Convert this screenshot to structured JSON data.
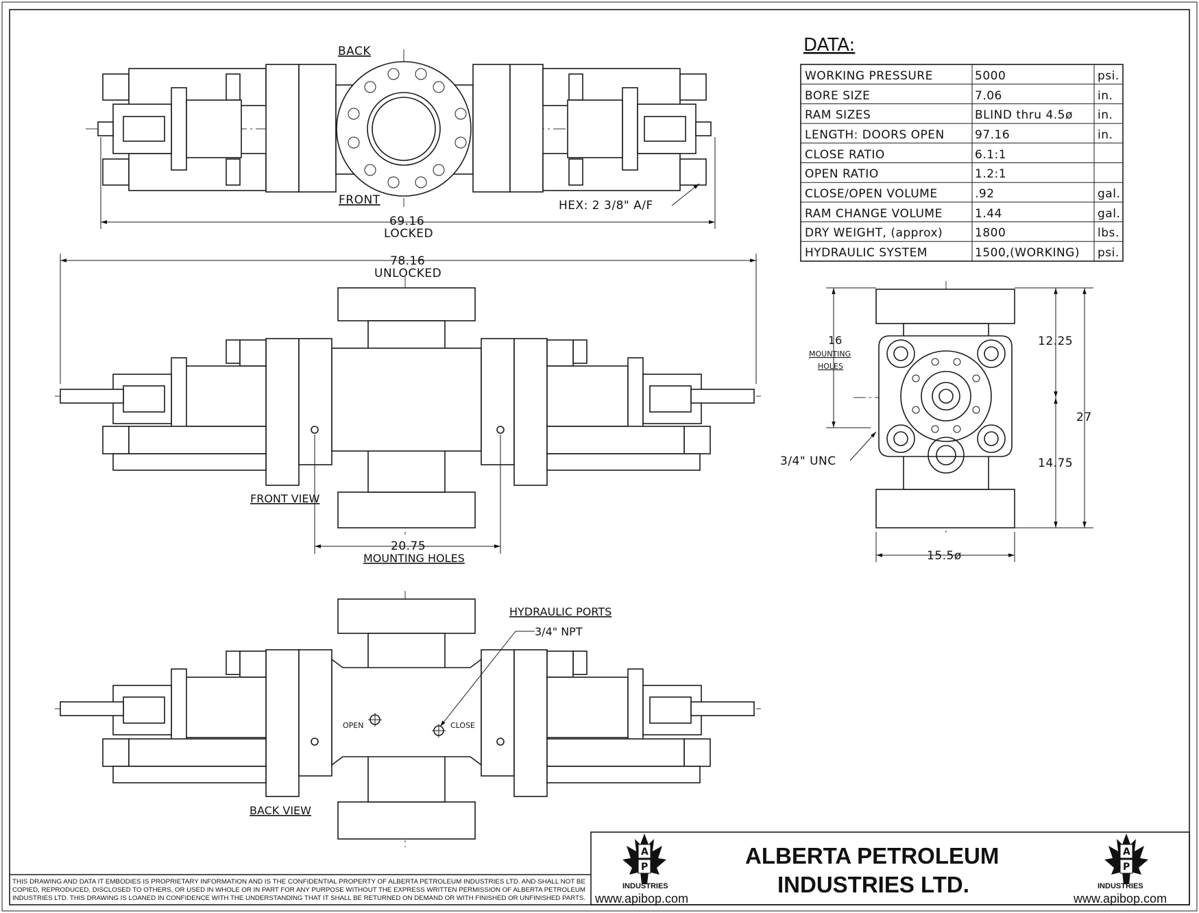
{
  "data_table": {
    "title": "DATA:",
    "rows": [
      {
        "label": "WORKING PRESSURE",
        "value": "5000",
        "unit": "psi."
      },
      {
        "label": "BORE SIZE",
        "value": "7.06",
        "unit": "in."
      },
      {
        "label": "RAM SIZES",
        "value": "BLIND thru 4.5ø",
        "unit": "in."
      },
      {
        "label": "LENGTH: DOORS OPEN",
        "value": "97.16",
        "unit": "in."
      },
      {
        "label": "CLOSE RATIO",
        "value": "6.1:1",
        "unit": ""
      },
      {
        "label": "OPEN RATIO",
        "value": "1.2:1",
        "unit": ""
      },
      {
        "label": "CLOSE/OPEN VOLUME",
        "value": ".92",
        "unit": "gal."
      },
      {
        "label": "RAM CHANGE VOLUME",
        "value": "1.44",
        "unit": "gal."
      },
      {
        "label": "DRY WEIGHT, (approx)",
        "value": "1800",
        "unit": "lbs."
      },
      {
        "label": "HYDRAULIC SYSTEM",
        "value": "1500,(WORKING)",
        "unit": "psi."
      }
    ]
  },
  "top_view": {
    "back_label": "BACK",
    "front_label": "FRONT",
    "hex_note": "HEX: 2 3/8\" A/F",
    "dim_value": "69.16",
    "dim_label": "LOCKED"
  },
  "front_view": {
    "dim_value": "78.16",
    "dim_label": "UNLOCKED",
    "view_label": "FRONT VIEW",
    "holes_dim": "20.75",
    "holes_label": "MOUNTING HOLES"
  },
  "side_view": {
    "holes_count": "16",
    "holes_label_1": "MOUNTING",
    "holes_label_2": "HOLES",
    "unc_note": "3/4\" UNC",
    "dim_upper": "12.25",
    "dim_lower": "14.75",
    "dim_total": "27",
    "dim_width": "15.5ø"
  },
  "back_view": {
    "ports_title": "HYDRAULIC PORTS",
    "ports_size": "3/4\" NPT",
    "open_label": "OPEN",
    "close_label": "CLOSE",
    "view_label": "BACK VIEW"
  },
  "title_block": {
    "disclaimer_1": "THIS DRAWING AND DATA IT EMBODIES IS PROPRIETARY INFORMATION AND IS THE CONFIDENTIAL PROPERTY OF ALBERTA PETROLEUM INDUSTRIES LTD. AND SHALL NOT BE",
    "disclaimer_2": "COPIED, REPRODUCED, DISCLOSED TO OTHERS, OR USED IN WHOLE OR IN PART FOR ANY PURPOSE WITHOUT THE EXPRESS WRITTEN PERMISSION OF ALBERTA PETROLEUM",
    "disclaimer_3": "INDUSTRIES LTD. THIS DRAWING IS LOANED IN CONFIDENCE WITH THE UNDERSTANDING THAT IT SHALL BE RETURNED ON DEMAND OR WITH FINISHED OR UNFINISHED PARTS.",
    "company_line_1": "ALBERTA PETROLEUM",
    "company_line_2": "INDUSTRIES LTD.",
    "logo_a": "A",
    "logo_p": "P",
    "logo_text": "INDUSTRIES",
    "website": "www.apibop.com"
  }
}
